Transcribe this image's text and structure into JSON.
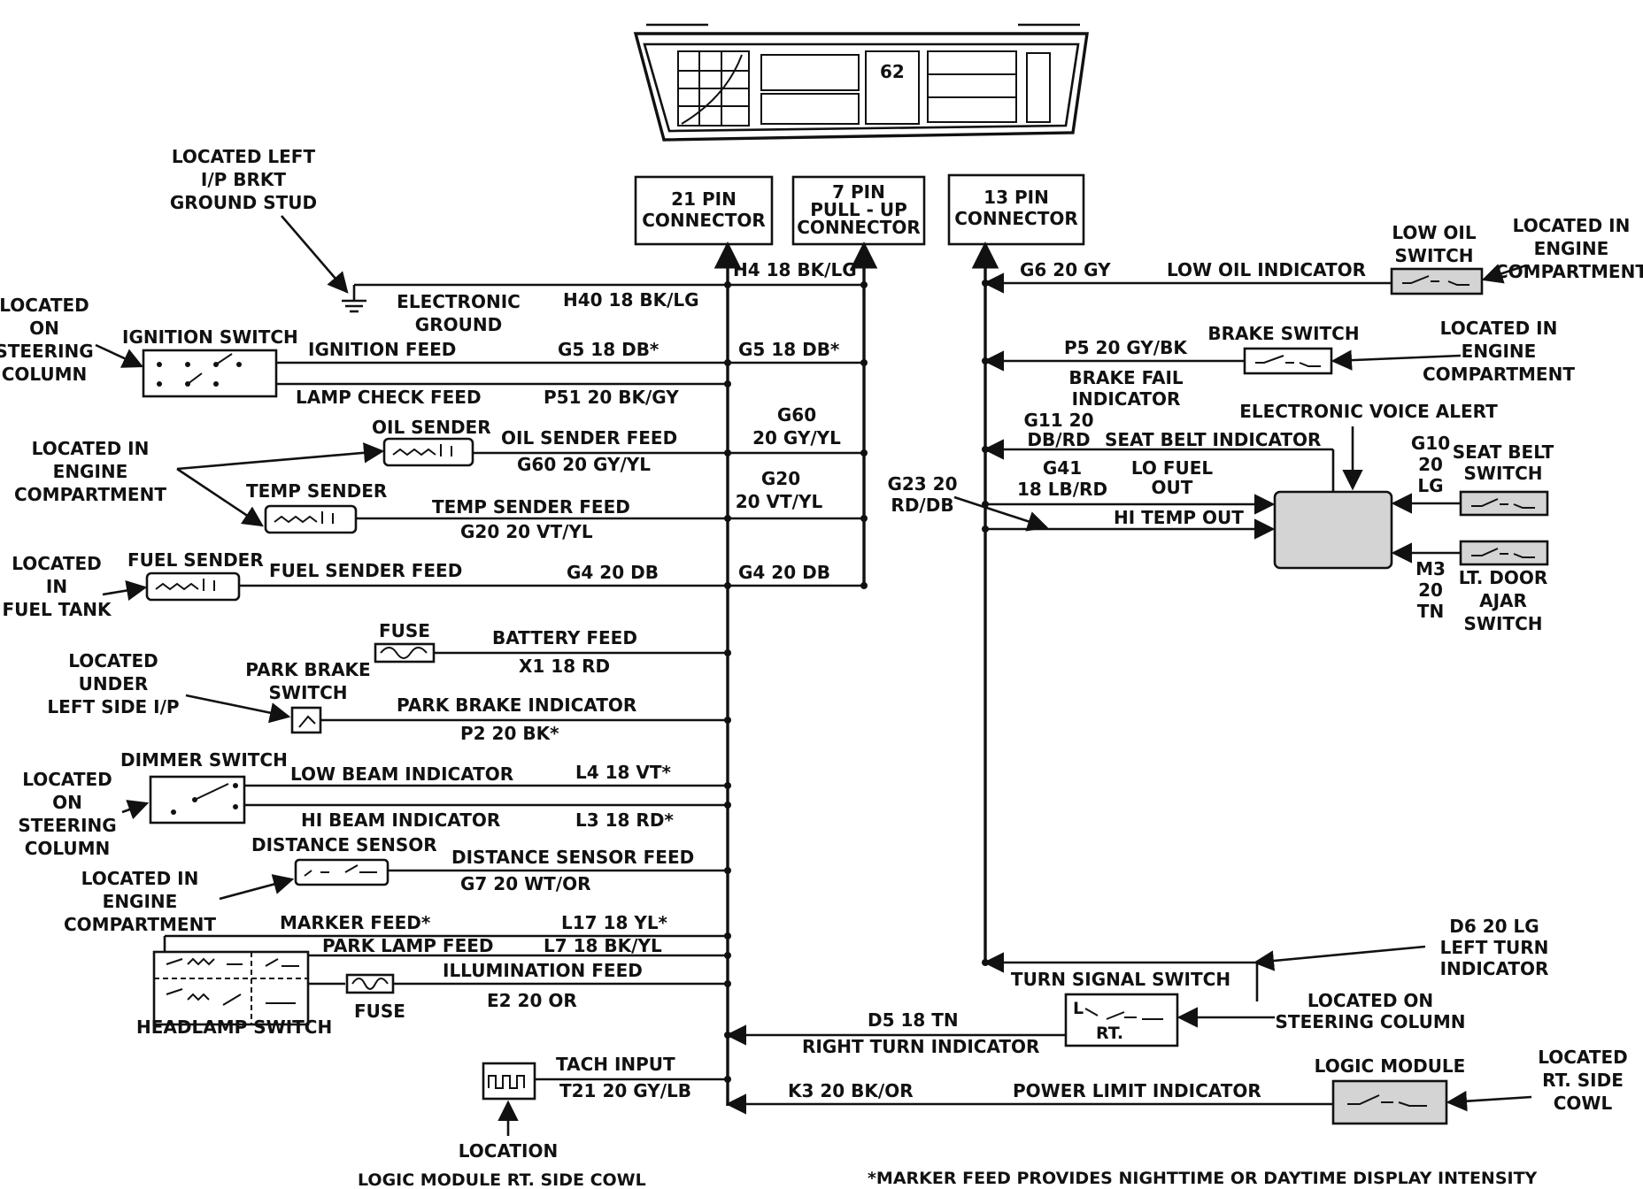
{
  "connectors": {
    "pin21": [
      "21 PIN",
      "CONNECTOR"
    ],
    "pin7": [
      "7 PIN",
      "PULL - UP",
      "CONNECTOR"
    ],
    "pin13": [
      "13 PIN",
      "CONNECTOR"
    ]
  },
  "ground": {
    "location": [
      "LOCATED LEFT",
      "I/P BRKT",
      "GROUND STUD"
    ],
    "label": [
      "ELECTRONIC",
      "GROUND"
    ],
    "wire": "H40 18 BK/LG",
    "wire_right": "H4 18 BK/LG"
  },
  "ignition": {
    "location": [
      "LOCATED",
      "ON",
      "STEERING",
      "COLUMN"
    ],
    "name": "IGNITION SWITCH",
    "feed": "IGNITION FEED",
    "wire": "G5 18 DB*",
    "wire_right": "G5 18 DB*",
    "lamp_feed": "LAMP CHECK FEED",
    "lamp_wire": "P51 20 BK/GY"
  },
  "senders": {
    "location": [
      "LOCATED IN",
      "ENGINE",
      "COMPARTMENT"
    ],
    "oil_name": "OIL SENDER",
    "oil_feed": "OIL SENDER FEED",
    "oil_wire": "G60 20 GY/YL",
    "oil_right": [
      "G60",
      "20 GY/YL"
    ],
    "temp_name": "TEMP SENDER",
    "temp_feed": "TEMP SENDER FEED",
    "temp_wire": "G20 20 VT/YL",
    "temp_right": [
      "G20",
      "20 VT/YL"
    ]
  },
  "fuel": {
    "location": [
      "LOCATED",
      "IN",
      "FUEL TANK"
    ],
    "name": "FUEL SENDER",
    "feed": "FUEL SENDER FEED",
    "wire": "G4 20 DB",
    "wire_right": "G4 20 DB"
  },
  "battery": {
    "fuse": "FUSE",
    "feed": "BATTERY FEED",
    "wire": "X1 18 RD"
  },
  "park_brake": {
    "location": [
      "LOCATED",
      "UNDER",
      "LEFT SIDE I/P"
    ],
    "name": [
      "PARK BRAKE",
      "SWITCH"
    ],
    "indicator": "PARK BRAKE INDICATOR",
    "wire": "P2 20 BK*"
  },
  "dimmer": {
    "location": [
      "LOCATED",
      "ON",
      "STEERING",
      "COLUMN"
    ],
    "name": "DIMMER SWITCH",
    "low": "LOW BEAM INDICATOR",
    "low_wire": "L4 18 VT*",
    "hi": "HI BEAM INDICATOR",
    "hi_wire": "L3 18 RD*"
  },
  "distance": {
    "location": [
      "LOCATED IN",
      "ENGINE",
      "COMPARTMENT"
    ],
    "name": "DISTANCE SENSOR",
    "feed": "DISTANCE SENSOR FEED",
    "wire": "G7 20 WT/OR"
  },
  "headlamp": {
    "name": "HEADLAMP SWITCH",
    "fuse": "FUSE",
    "marker_feed": "MARKER FEED*",
    "marker_wire": "L17 18 YL*",
    "park_feed": "PARK LAMP FEED",
    "park_wire": "L7 18 BK/YL",
    "illum_feed": "ILLUMINATION FEED",
    "illum_wire": "E2 20 OR"
  },
  "tach": {
    "input": "TACH INPUT",
    "wire": "T21 20 GY/LB",
    "location": "LOCATION",
    "footer": "LOGIC MODULE RT. SIDE COWL"
  },
  "low_oil": {
    "name": [
      "LOW OIL",
      "SWITCH"
    ],
    "location": [
      "LOCATED IN",
      "ENGINE",
      "COMPARTMENT"
    ],
    "indicator": "LOW OIL INDICATOR",
    "wire": "G6 20 GY"
  },
  "brake": {
    "name": "BRAKE SWITCH",
    "location": [
      "LOCATED IN",
      "ENGINE",
      "COMPARTMENT"
    ],
    "wire": "P5 20 GY/BK",
    "indicator": [
      "BRAKE FAIL",
      "INDICATOR"
    ]
  },
  "voice_alert": {
    "name": "ELECTRONIC VOICE ALERT",
    "seat_belt_wire": [
      "G11 20",
      "DB/RD"
    ],
    "seat_belt_indicator": "SEAT BELT INDICATOR",
    "lo_fuel_wire": [
      "G41",
      "18 LB/RD"
    ],
    "lo_fuel_label": [
      "LO FUEL",
      "OUT"
    ],
    "hi_temp_wire": [
      "G23 20",
      "RD/DB"
    ],
    "hi_temp_label": "HI TEMP OUT",
    "seat_switch_wire": [
      "G10",
      "20",
      "LG"
    ],
    "seat_switch_name": [
      "SEAT BELT",
      "SWITCH"
    ],
    "door_wire": [
      "M3",
      "20",
      "TN"
    ],
    "door_name": [
      "LT. DOOR",
      "AJAR",
      "SWITCH"
    ]
  },
  "turn_signal": {
    "name": "TURN SIGNAL SWITCH",
    "left_wire": [
      "D6 20 LG",
      "LEFT TURN",
      "INDICATOR"
    ],
    "location": [
      "LOCATED ON",
      "STEERING COLUMN"
    ],
    "right_wire": "D5 18 TN",
    "right_label": "RIGHT TURN INDICATOR",
    "switch_l": "L",
    "switch_rt": "RT."
  },
  "logic": {
    "name": "LOGIC MODULE",
    "location": [
      "LOCATED",
      "RT. SIDE",
      "COWL"
    ],
    "wire": "K3 20 BK/OR",
    "indicator": "POWER LIMIT INDICATOR"
  },
  "cluster_readout": "62",
  "footnote": "*MARKER FEED PROVIDES NIGHTTIME OR DAYTIME DISPLAY INTENSITY"
}
